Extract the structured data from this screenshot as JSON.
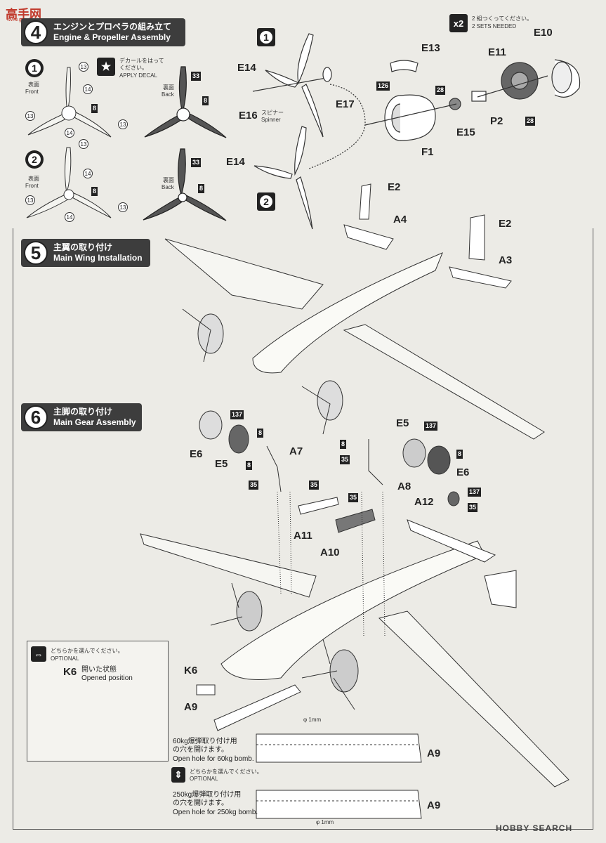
{
  "watermark": {
    "top_left_text": "高手网",
    "top_left_url": "www.gaoshou.com",
    "bottom_right_text": "HOBBY SEARCH"
  },
  "step4": {
    "number": "4",
    "title_jp": "エンジンとプロペラの組み立て",
    "title_en": "Engine & Propeller Assembly",
    "apply_decal_jp": "デカールをはって\nください。",
    "apply_decal_en": "APPLY DECAL",
    "option1": "1",
    "option2": "2",
    "front_jp": "表面",
    "front_en": "Front",
    "back_jp": "裏面",
    "back_en": "Back",
    "decals_front": [
      "13",
      "14",
      "8",
      "13",
      "14",
      "13"
    ],
    "decals_back": [
      "33",
      "8"
    ],
    "needed_count": "x2",
    "needed_jp": "2 組つくってください。",
    "needed_en": "2 SETS NEEDED",
    "parts": [
      "E13",
      "E10",
      "E11",
      "E14",
      "E16",
      "E17",
      "F1",
      "E15",
      "P2",
      "E14"
    ],
    "spinner_jp": "スピナー",
    "spinner_en": "Spinner",
    "color_codes": [
      "126",
      "28",
      "28"
    ]
  },
  "step5": {
    "number": "5",
    "title_jp": "主翼の取り付け",
    "title_en": "Main Wing Installation",
    "parts": [
      "E2",
      "A4",
      "E2",
      "A3"
    ]
  },
  "step6": {
    "number": "6",
    "title_jp": "主脚の取り付け",
    "title_en": "Main Gear Assembly",
    "parts": [
      "E6",
      "E5",
      "A7",
      "E5",
      "E6",
      "A8",
      "A12",
      "A11",
      "A10",
      "K6",
      "A9",
      "A9",
      "A9"
    ],
    "color_codes": [
      "137",
      "8",
      "8",
      "35",
      "8",
      "35",
      "137",
      "8",
      "35",
      "35",
      "137",
      "35"
    ],
    "optional_jp": "どちらかを選んでください。",
    "optional_en": "OPTIONAL",
    "opened_jp": "開いた状態",
    "opened_en": "Opened position",
    "k6": "K6",
    "hole_60_jp": "60kg爆弾取り付け用\nの穴を開けます。",
    "hole_60_en": "Open hole for 60kg bomb.",
    "hole_250_jp": "250kg爆弾取り付け用\nの穴を開けます。",
    "hole_250_en": "Open hole for 250kg bomb.",
    "phi": "φ 1mm"
  }
}
